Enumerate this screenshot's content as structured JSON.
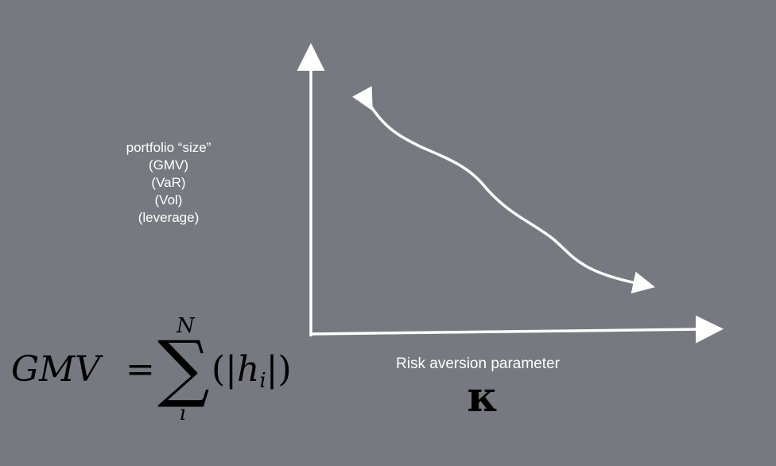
{
  "y_axis_label": {
    "lines": [
      "portfolio “size”",
      "(GMV)",
      "(VaR)",
      "(Vol)",
      "(leverage)"
    ]
  },
  "x_axis_label": "Risk aversion parameter",
  "x_axis_symbol": "κ",
  "formula": {
    "lhs": "GMV",
    "equals": "=",
    "sum_symbol": "∑",
    "upper_limit": "N",
    "lower_limit": "i",
    "rhs_open": "(|",
    "h": "h",
    "h_subscript": "i",
    "rhs_close": "|)"
  },
  "colors": {
    "background": "#767a80",
    "lines": "#ffffff",
    "label_text": "#ffffff",
    "formula_text": "#000000"
  }
}
